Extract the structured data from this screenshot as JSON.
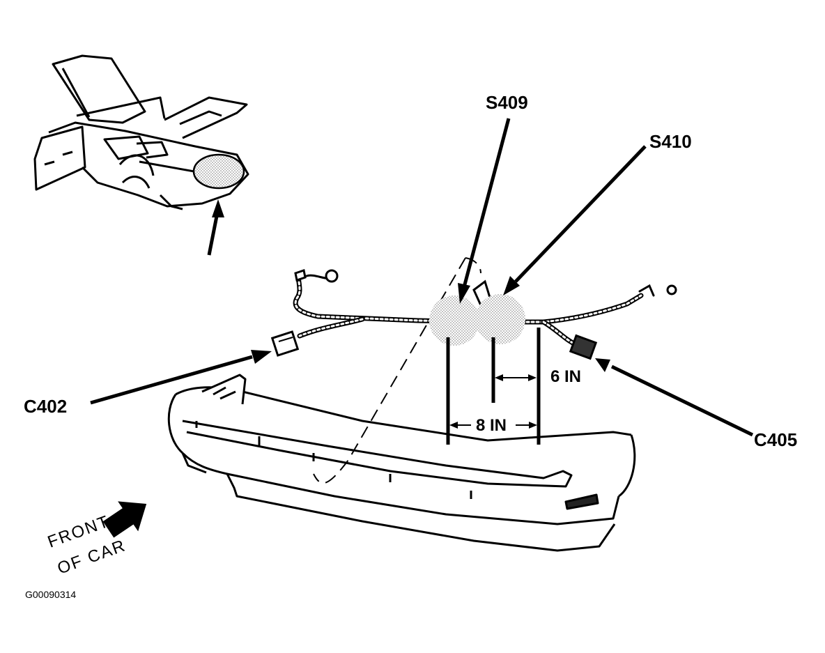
{
  "diagram": {
    "labels": {
      "s409": "S409",
      "s410": "S410",
      "c402": "C402",
      "c405": "C405"
    },
    "dimensions": {
      "six_in": "6 IN",
      "eight_in": "8 IN"
    },
    "orientation": {
      "line1": "FRONT",
      "line2": "OF CAR"
    },
    "figure_id": "G00090314"
  },
  "colors": {
    "ink": "#000000",
    "paper": "#ffffff",
    "halftone": "#c8c8c8"
  }
}
